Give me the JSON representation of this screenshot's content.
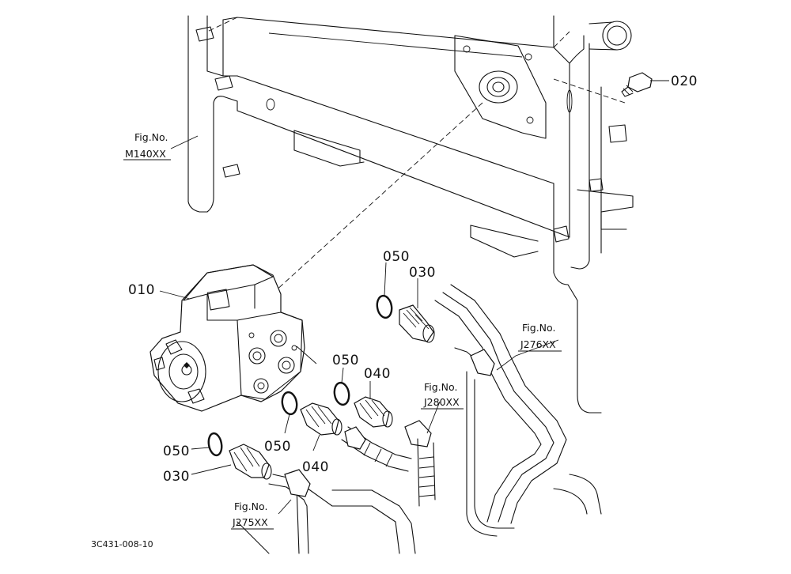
{
  "callouts": {
    "pump": "010",
    "bolt": "020",
    "adaptor_upper": "030",
    "adaptor_lower": "030",
    "oring_upper": "050",
    "oring_mid": "050",
    "oring_inner": "050",
    "oring_lower": "050",
    "connector_upper": "040",
    "connector_lower": "040"
  },
  "figure_refs": {
    "m140": {
      "title": "Fig.No.",
      "code": "M140XX"
    },
    "j276": {
      "title": "Fig.No.",
      "code": "J276XX"
    },
    "j280": {
      "title": "Fig.No.",
      "code": "J280XX"
    },
    "j275": {
      "title": "Fig.No.",
      "code": "J275XX"
    }
  },
  "drawing_code": "3C431-008-10"
}
